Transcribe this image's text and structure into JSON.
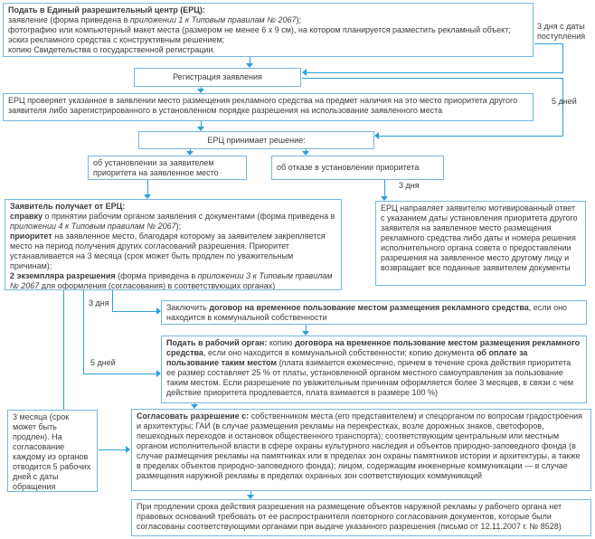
{
  "diagram": {
    "colors": {
      "box_border": "#77b6de",
      "arrow": "#2aa0da",
      "text": "#3c3c3c"
    },
    "boxes": {
      "submit": {
        "segments": [
          {
            "t": "Подать в Единый разрешительный центр (ЕРЦ):",
            "b": true
          },
          {
            "t": "\nзаявление (форма приведена в "
          },
          {
            "t": "приложении 1 к Типовым правилам № 2067",
            "i": true
          },
          {
            "t": ");\nфотографию или компьютерный макет места (размером не менее 6 х 9 см), на котором планируется разместить рекламный объект;\nэскиз рекламного средства с конструктивным решением;\nкопию Свидетельства о государственной регистрации."
          }
        ]
      },
      "registration": {
        "text": "Регистрация заявления"
      },
      "check": {
        "text": "ЕРЦ проверяет указанное в заявлении место размещения рекламного средства на предмет наличия на это место приоритета другого заявителя либо зарегистрированного в установленном порядке разрешения на использование заявленного места"
      },
      "decision": {
        "text": "ЕРЦ принимает решение:"
      },
      "grant": {
        "text": "об установлении за заявителем приоритета на заявленное место"
      },
      "refuse": {
        "text": "об отказе в установлении приоритета"
      },
      "receive": {
        "segments": [
          {
            "t": "Заявитель получает от ЕРЦ:",
            "b": true
          },
          {
            "t": "\n"
          },
          {
            "t": "справку",
            "b": true
          },
          {
            "t": " о принятии рабочим органом заявления с документами (форма приведена в "
          },
          {
            "t": "приложении 4 к Типовым правилам № 2067",
            "i": true
          },
          {
            "t": ");\n"
          },
          {
            "t": "приоритет",
            "b": true
          },
          {
            "t": " на заявленное место, благодаря которому за заявителем закрепляется место на период получения других согласований разрешения. Приоритет устанавливается на 3 месяца (срок может быть продлен по уважительным причинам);\n"
          },
          {
            "t": "2 экземпляра разрешения",
            "b": true
          },
          {
            "t": " (форма приведена в "
          },
          {
            "t": "приложении 3 к Типовым правилам № 2067",
            "i": true
          },
          {
            "t": " для оформления (согласования) в соответствующих органах)"
          }
        ]
      },
      "refusal_reply": {
        "text": "ЕРЦ направляет заявителю мотивированный ответ с указанием даты установления приоритета другого заявителя на заявленное место размещения рекламного средства либо даты и номера решения исполнительного органа совета о предоставлении разрешения на заявленное место другому лицу и возвращает все поданные заявителем документы"
      },
      "contract": {
        "segments": [
          {
            "t": "Заключить "
          },
          {
            "t": "договор на временное пользование местом размещения рекламного средства",
            "b": true
          },
          {
            "t": ", если оно находится в коммунальной собственности"
          }
        ]
      },
      "working_body": {
        "segments": [
          {
            "t": "Подать в рабочий орган:",
            "b": true
          },
          {
            "t": " копию "
          },
          {
            "t": "договора на временное пользование местом размещения рекламного средства",
            "b": true
          },
          {
            "t": ", если оно находится в коммунальной собственности; копию документа "
          },
          {
            "t": "об оплате за пользование таким местом",
            "b": true
          },
          {
            "t": " (плата взимается ежемесячно, причем в течение срока действия приоритета ее размер составляет 25 % от платы, установленной органом местного самоуправления за пользование таким местом. Если разрешение по уважительным причинам оформляется более 3 месяцев, в связи с чем действие приоритета продлевается, плата взимается в размере 100 %)"
          }
        ]
      },
      "three_months": {
        "text": "3 месяца (срок может быть продлен). На согласование каждому из органов отводится 5 рабочих дней с даты обращения"
      },
      "approve": {
        "segments": [
          {
            "t": "Согласовать разрешение с:",
            "b": true
          },
          {
            "t": " собственником места (его представителем) и спецорганом по вопросам градостроения и архитектуры; ГАИ (в случае размещения рекламы на перекрестках, возле дорожных знаков, светофоров, пешеходных переходов и остановок общественного транспорта); соответствующим центральным или местным органом исполнительной власти в сфере охраны культурного наследия и объектов природно-заповедного фонда (в случае размещения рекламы на памятниках или в пределах зон охраны памятников истории и архитектуры, а также в пределах объектов природно-заповедного фонда); лицом, содержащим инженерные коммуникации — в случае размещения наружной рекламы в пределах охранных зон соответствующих коммуникаций"
          }
        ]
      },
      "prolong": {
        "text": "При продлении срока действия разрешения на размещение объектов наружной рекламы у рабочего органа нет правовых оснований требовать от ее распространителя повторного согласования документов, которые были согласованы соответствующими органами при выдаче указанного разрешения (письмо от 12.11.2007 г. № 8528)"
      }
    },
    "labels": {
      "receipt_3days": "3 дня с даты поступления",
      "days5_right": "5 дней",
      "days3_refuse": "3 дня",
      "days3_contract": "3 дня",
      "days5_working": "5 дней"
    }
  }
}
